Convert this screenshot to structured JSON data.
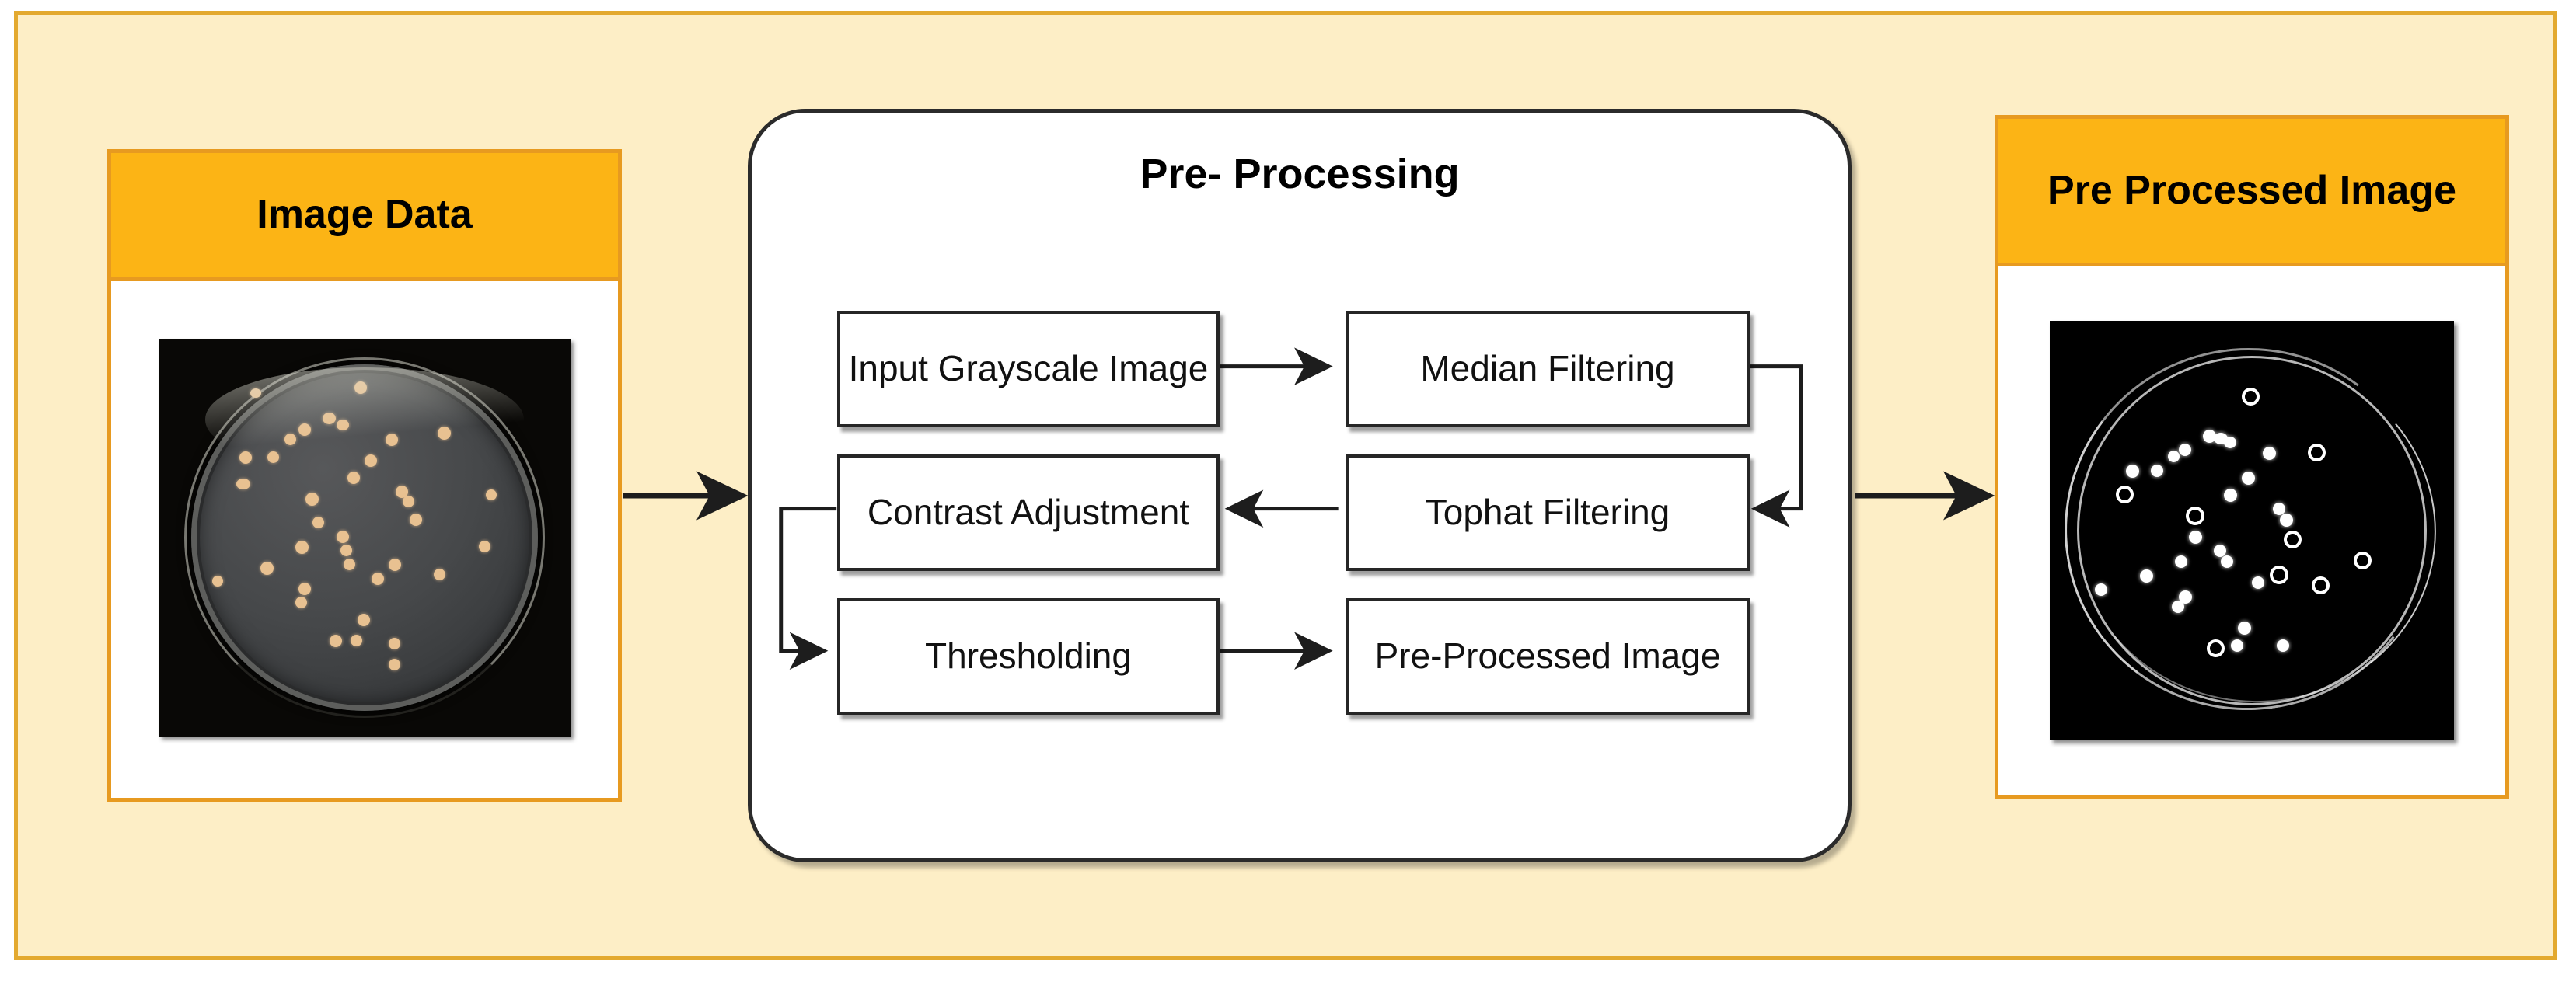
{
  "diagram": {
    "title": "Pre-Processing pipeline for bacterial colony image analysis",
    "colors": {
      "frame_border": "#e3a92f",
      "frame_background": "#fdeec6",
      "panel_header_fill": "#fcb415",
      "panel_border": "#e79a20",
      "box_border": "#262626",
      "box_fill": "#ffffff",
      "connector": "#1d1d1d"
    }
  },
  "input_panel": {
    "header": "Image Data",
    "image_alt": "Petri dish photograph with tan bacterial colonies on dark agar"
  },
  "process": {
    "title": "Pre- Processing",
    "steps": [
      {
        "id": "input-grayscale-image",
        "label": "Input Grayscale Image"
      },
      {
        "id": "median-filtering",
        "label": "Median Filtering"
      },
      {
        "id": "contrast-adjustment",
        "label": "Contrast Adjustment"
      },
      {
        "id": "tophat-filtering",
        "label": "Tophat Filtering"
      },
      {
        "id": "thresholding",
        "label": "Thresholding"
      },
      {
        "id": "pre-processed-image",
        "label": "Pre-Processed Image"
      }
    ],
    "flow": [
      {
        "from": "input-grayscale-image",
        "to": "median-filtering",
        "direction": "right"
      },
      {
        "from": "median-filtering",
        "to": "tophat-filtering",
        "direction": "down-left-elbow"
      },
      {
        "from": "tophat-filtering",
        "to": "contrast-adjustment",
        "direction": "left"
      },
      {
        "from": "contrast-adjustment",
        "to": "thresholding",
        "direction": "down-right-elbow"
      },
      {
        "from": "thresholding",
        "to": "pre-processed-image",
        "direction": "right"
      }
    ]
  },
  "output_panel": {
    "header": "Pre Processed Image",
    "image_alt": "Binary thresholded petri dish image with white colony blobs on black background"
  },
  "stage_arrows": [
    {
      "id": "input-to-process",
      "from": "Image Data",
      "to": "Pre- Processing",
      "direction": "right"
    },
    {
      "id": "process-to-output",
      "from": "Pre- Processing",
      "to": "Pre Processed Image",
      "direction": "right"
    }
  ]
}
